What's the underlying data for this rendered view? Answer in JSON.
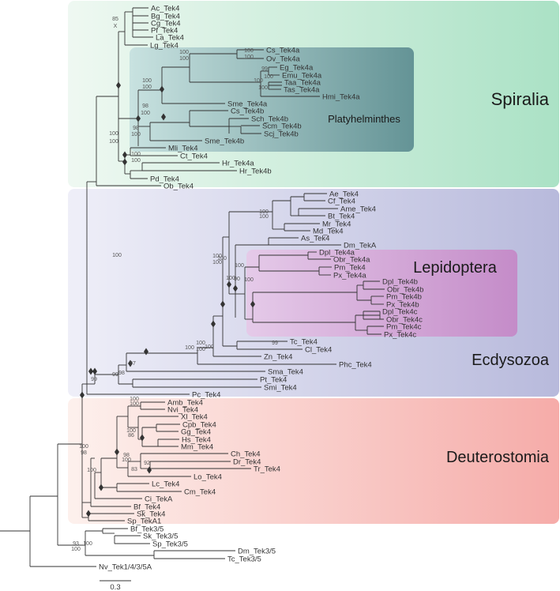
{
  "groups": [
    {
      "id": "spiralia",
      "label": "Spiralia",
      "color": "#aee3c6"
    },
    {
      "id": "platyhelminthes",
      "label": "Platyhelminthes",
      "color": "#5f8f95"
    },
    {
      "id": "ecdysozoa",
      "label": "Ecdysozoa",
      "color": "#b7b9dc"
    },
    {
      "id": "lepidoptera",
      "label": "Lepidoptera",
      "color": "#c88ac9"
    },
    {
      "id": "deuterostomia",
      "label": "Deuterostomia",
      "color": "#f4a9a6"
    }
  ],
  "scale_bar": {
    "label": "0.3"
  },
  "taxa": {
    "spiralia": [
      "Ac_Tek4",
      "Bg_Tek4",
      "Cg_Tek4",
      "Pf_Tek4",
      "La_Tek4",
      "Lg_Tek4",
      "Cs_Tek4a",
      "Ov_Tek4a",
      "Eg_Tek4a",
      "Emu_Tek4a",
      "Taa_Tek4a",
      "Tas_Tek4a",
      "Hmi_Tek4a",
      "Sme_Tek4a",
      "Cs_Tek4b",
      "Sch_Tek4b",
      "Scm_Tek4b",
      "Scj_Tek4b",
      "Sme_Tek4b",
      "Mli_Tek4",
      "Ct_Tek4",
      "Hr_Tek4a",
      "Hr_Tek4b",
      "Pd_Tek4",
      "Ob_Tek4"
    ],
    "ecdysozoa": [
      "Ae_Tek4",
      "Cf_Tek4",
      "Ame_Tek4",
      "Bt_Tek4",
      "Mr_Tek4",
      "Md_Tek4",
      "As_Tek4",
      "Dm_TekA",
      "Dpl_Tek4a",
      "Obr_Tek4a",
      "Pm_Tek4",
      "Px_Tek4a",
      "Dpl_Tek4b",
      "Obr_Tek4b",
      "Pm_Tek4b",
      "Px_Tek4b",
      "Dpl_Tek4c",
      "Obr_Tek4c",
      "Pm_Tek4c",
      "Px_Tek4c",
      "Tc_Tek4",
      "Cl_Tek4",
      "Zn_Tek4",
      "Phc_Tek4",
      "Sma_Tek4",
      "Pt_Tek4",
      "Smi_Tek4",
      "Pc_Tek4"
    ],
    "deuterostomia": [
      "Amb_Tek4",
      "Nvi_Tek4",
      "Xl_Tek4",
      "Cpb_Tek4",
      "Gg_Tek4",
      "Hs_Tek4",
      "Mm_Tek4",
      "Ch_Tek4",
      "Dr_Tek4",
      "Tr_Tek4",
      "Lo_Tek4",
      "Lc_Tek4",
      "Cm_Tek4",
      "Ci_TekA",
      "Bf_Tek4",
      "Sk_Tek4",
      "Sp_TekA1"
    ],
    "outgroup": [
      "Bf_Tek3/5",
      "Sk_Tek3/5",
      "Sp_Tek3/5",
      "Dm_Tek3/5",
      "Tc_Tek3/5",
      "Nv_Tek1/4/3/5A"
    ]
  },
  "support_values": [
    "85",
    "X",
    "100",
    "100",
    "100",
    "100",
    "98",
    "100",
    "98",
    "100",
    "100",
    "100",
    "100",
    "100",
    "100",
    "100",
    "99",
    "100",
    "100",
    "100",
    "100",
    "99",
    "100",
    "100",
    "100",
    "100",
    "100",
    "100",
    "100",
    "100",
    "100",
    "100",
    "90",
    "99",
    "100",
    "100",
    "97",
    "98",
    "99",
    "100",
    "98",
    "100",
    "100",
    "100",
    "86",
    "98",
    "100",
    "92",
    "83",
    "100",
    "93",
    "100",
    "100"
  ]
}
